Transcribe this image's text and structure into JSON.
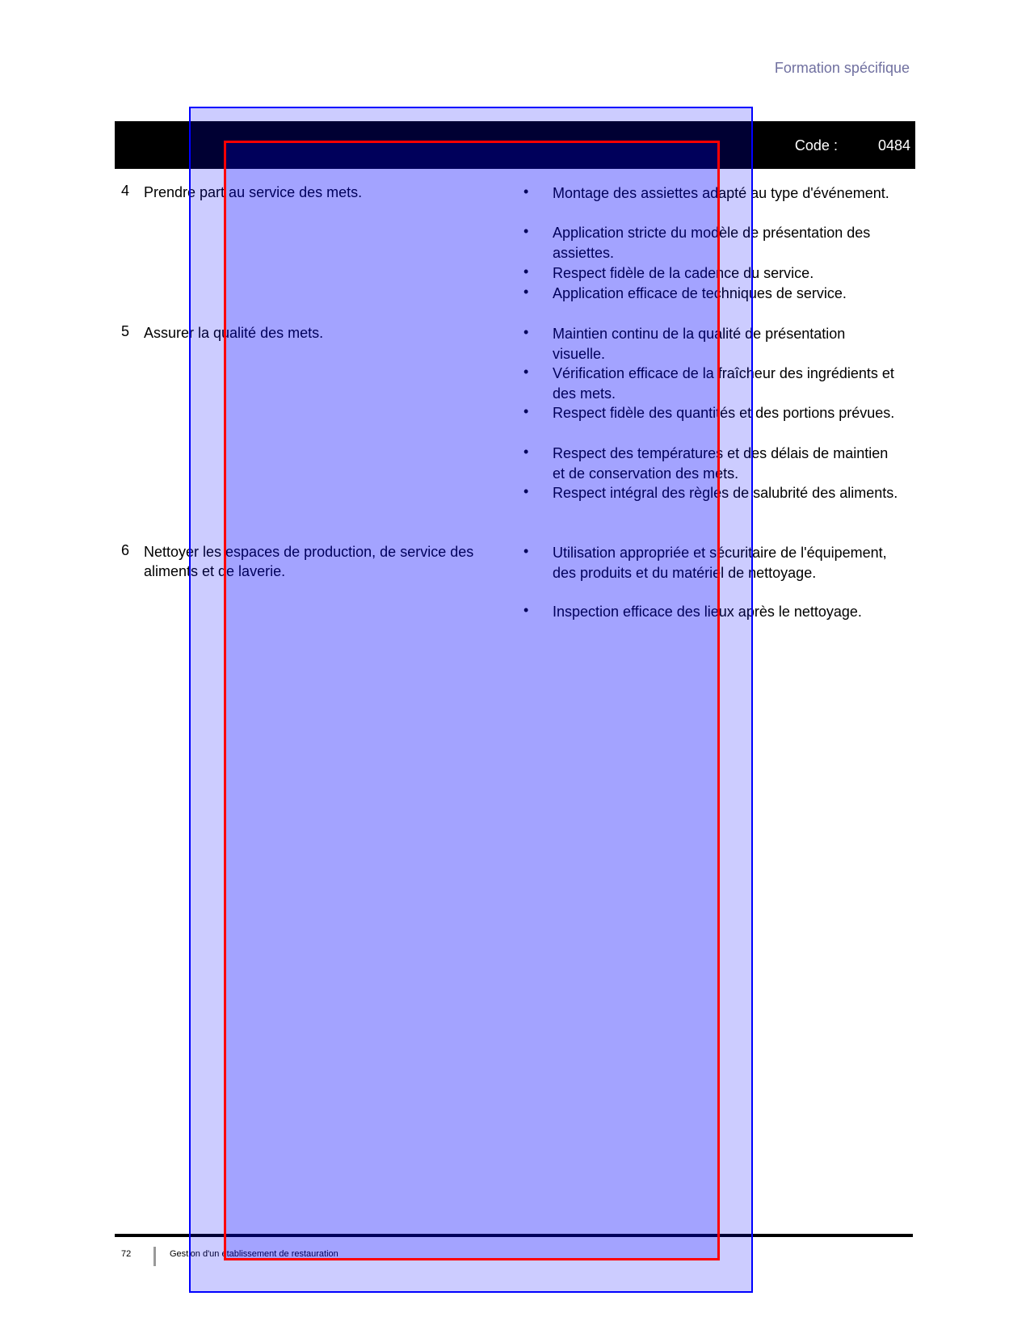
{
  "header": {
    "section": "Formation spécifique",
    "code_label": "Code :",
    "code_value": "0484"
  },
  "rows": [
    {
      "number": "4",
      "title": "Prendre part au service des mets.",
      "criteria": [
        "Montage des assiettes adapté au type d'événement.",
        "Application stricte du modèle de présentation des assiettes.",
        "Respect fidèle de la cadence du service.",
        "Application efficace de techniques de service."
      ]
    },
    {
      "number": "5",
      "title": "Assurer la qualité des mets.",
      "criteria": [
        "Maintien continu de la qualité de présentation visuelle.",
        "Vérification efficace de la fraîcheur des ingrédients et des mets.",
        "Respect fidèle des quantités et des portions prévues.",
        "Respect des températures et des délais de maintien et de conservation des mets.",
        "Respect intégral des règles de salubrité des aliments."
      ]
    },
    {
      "number": "6",
      "title": "Nettoyer les espaces de production, de service des aliments et de laverie.",
      "criteria": [
        "Utilisation appropriée et sécuritaire de l'équipement, des produits et du matériel de nettoyage.",
        "Inspection efficace des lieux après le nettoyage."
      ]
    }
  ],
  "footer": {
    "page": "72",
    "title": "Gestion d'un établissement de restauration"
  }
}
